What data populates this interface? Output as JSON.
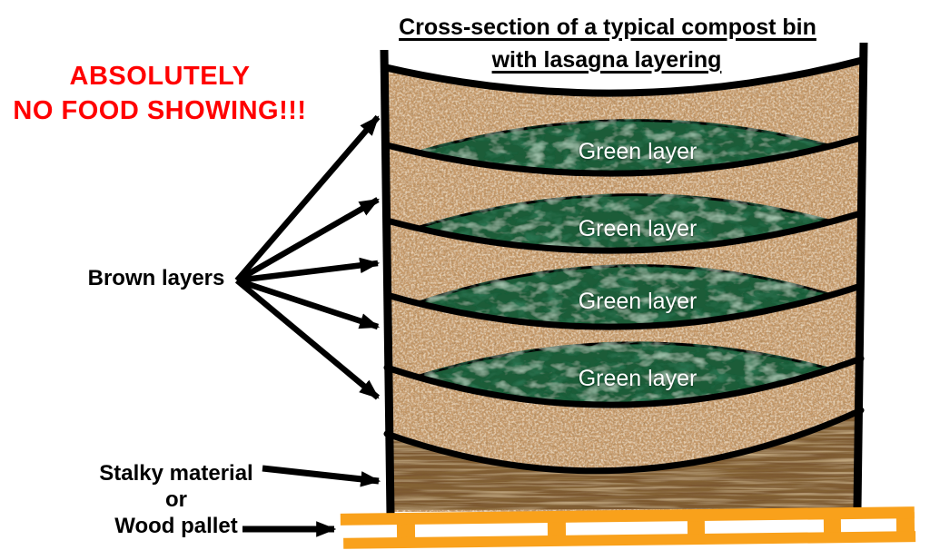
{
  "title": {
    "line1": "Cross-section of a typical compost bin",
    "line2": "with lasagna layering"
  },
  "warning": {
    "line1": "ABSOLUTELY",
    "line2": "NO FOOD SHOWING!!!"
  },
  "left_labels": {
    "brown_layers": "Brown layers",
    "stalky_material": "Stalky material",
    "or": "or",
    "wood_pallet": "Wood pallet"
  },
  "bin": {
    "green_layers": [
      {
        "label": "Green layer"
      },
      {
        "label": "Green layer"
      },
      {
        "label": "Green layer"
      },
      {
        "label": "Green layer"
      }
    ],
    "brown_layer_count": 5
  },
  "colors": {
    "warning_red": "#FF0000",
    "outline_black": "#000000",
    "brown_base": "#C79B6C",
    "green_base": "#1F5B38",
    "wood_base": "#7B5930",
    "pallet_orange": "#F9A11B",
    "green_label_text": "#FFFFFF"
  }
}
